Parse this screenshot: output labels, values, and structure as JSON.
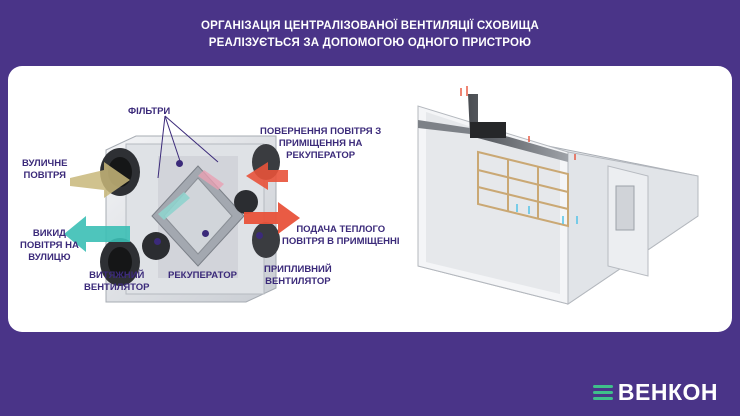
{
  "title": {
    "line1": "ОРГАНІЗАЦІЯ ЦЕНТРАЛІЗОВАНОЇ ВЕНТИЛЯЦІЇ СХОВИЩА",
    "line2": "РЕАЛІЗУЄТЬСЯ ЗА ДОПОМОГОЮ ОДНОГО ПРИСТРОЮ"
  },
  "labels": {
    "filters": "ФІЛЬТРИ",
    "outdoor_air_1": "ВУЛИЧНЕ",
    "outdoor_air_2": "ПОВІТРЯ",
    "exhaust_1": "ВИКИД",
    "exhaust_2": "ПОВІТРЯ НА",
    "exhaust_3": "ВУЛИЦЮ",
    "return_1": "ПОВЕРНЕННЯ ПОВІТРЯ З",
    "return_2": "ПРИМІЩЕННЯ НА",
    "return_3": "РЕКУПЕРАТОР",
    "supply_1": "ПОДАЧА ТЕПЛОГО",
    "supply_2": "ПОВІТРЯ В ПРИМІЩЕННІ",
    "exhaust_fan_1": "ВИТЯЖНИЙ",
    "exhaust_fan_2": "ВЕНТИЛЯТОР",
    "recuperator": "РЕКУПЕРАТОР",
    "supply_fan_1": "ПРИПЛИВНИЙ",
    "supply_fan_2": "ВЕНТИЛЯТОР"
  },
  "brand": "ВЕНКОН",
  "colors": {
    "background": "#4a3488",
    "label": "#3b2a7a",
    "warm_arrow": "#e8523a",
    "cold_arrow": "#3bbfb5",
    "outdoor_arrow": "#c8b77a",
    "brand_mark": "#3fbf8a"
  }
}
